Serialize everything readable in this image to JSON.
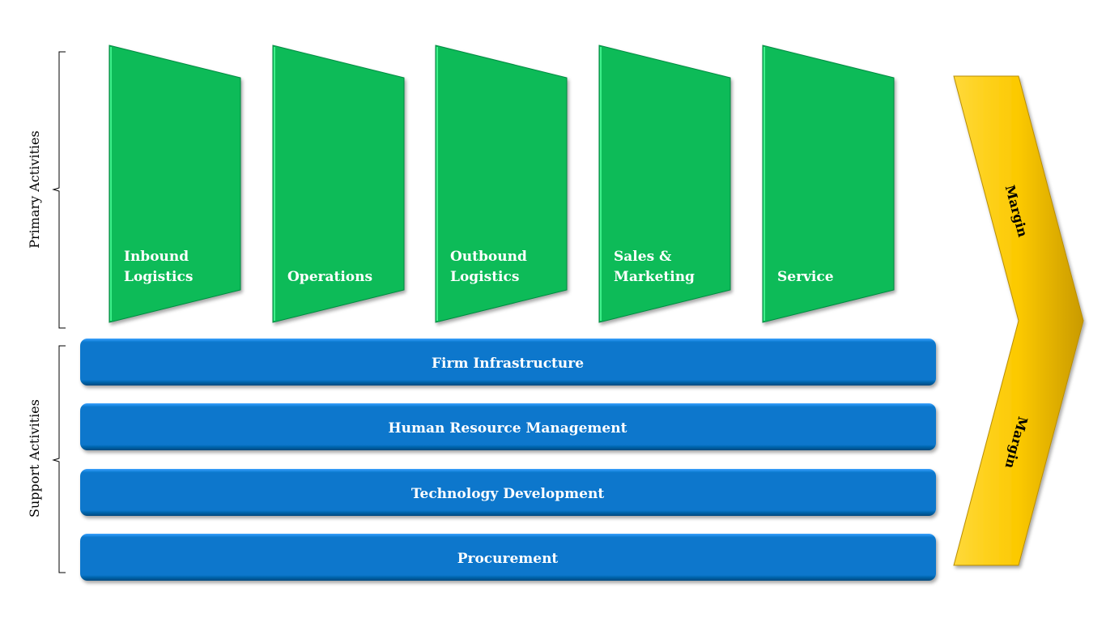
{
  "groups": {
    "primary_label": "Primary Activities",
    "support_label": "Support Activities"
  },
  "primary_activities": [
    {
      "line1": "Inbound",
      "line2": "Logistics"
    },
    {
      "line1": "",
      "line2": "Operations"
    },
    {
      "line1": "Outbound",
      "line2": "Logistics"
    },
    {
      "line1": "Sales &",
      "line2": "Marketing"
    },
    {
      "line1": "",
      "line2": "Service"
    }
  ],
  "support_activities": [
    "Firm Infrastructure",
    "Human Resource  Management",
    "Technology  Development",
    "Procurement"
  ],
  "margin": {
    "top_label": "Margin",
    "bottom_label": "Margin"
  },
  "colors": {
    "primary": "#08bb58",
    "support": "#0777cc",
    "margin": "#fcc900"
  }
}
